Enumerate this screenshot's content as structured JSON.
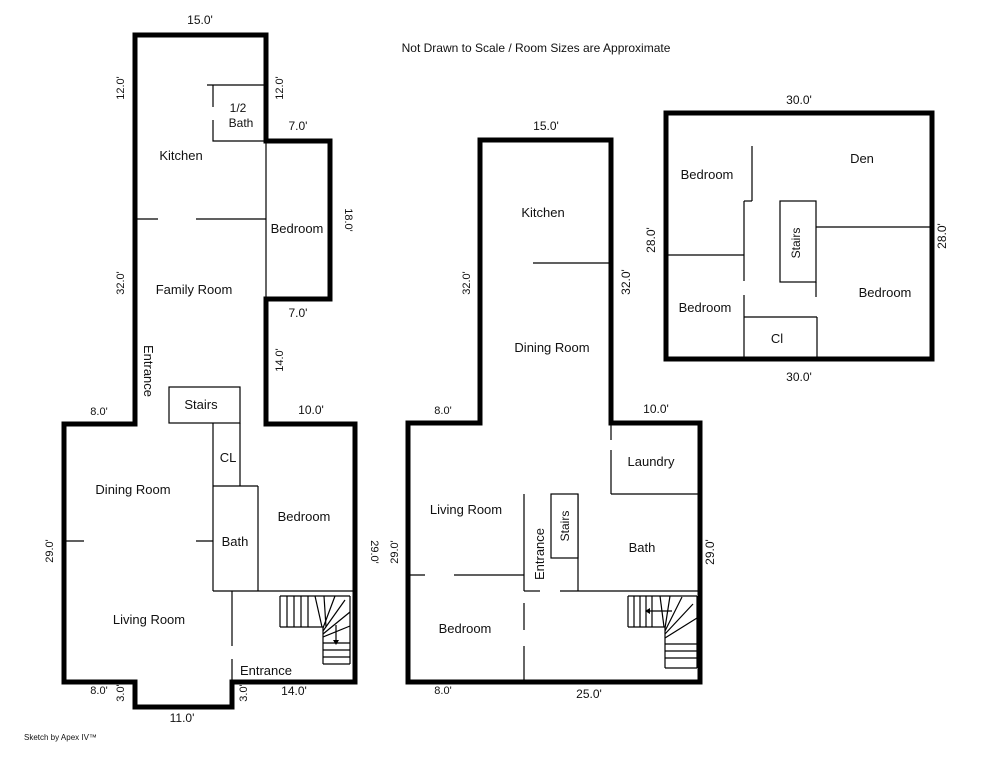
{
  "header": {
    "note": "Not Drawn to Scale / Room Sizes are Approximate"
  },
  "footer": {
    "credit": "Sketch by Apex IV™"
  },
  "plan1": {
    "rooms": {
      "half_bath_a": "1/2",
      "half_bath_b": "Bath",
      "kitchen": "Kitchen",
      "bedroom_upper": "Bedroom",
      "family_room": "Family Room",
      "entrance_side": "Entrance",
      "stairs": "Stairs",
      "closet": "CL",
      "dining_room": "Dining Room",
      "bath": "Bath",
      "bedroom_lower": "Bedroom",
      "living_room": "Living Room",
      "entrance_bottom": "Entrance"
    },
    "dims": {
      "top": "15.0'",
      "left_upper": "12.0'",
      "right_upper": "12.0'",
      "notch_top": "7.0'",
      "notch_right": "18.0'",
      "left_mid": "32.0'",
      "notch_bottom": "7.0'",
      "right_mid": "14.0'",
      "ledge_left": "8.0'",
      "ledge_right": "10.0'",
      "left_lower": "29.0'",
      "right_lower": "29.0'",
      "bottom_left": "8.0'",
      "bay_left": "3.0'",
      "bay_right": "3.0'",
      "bottom_right": "14.0'",
      "bay_bottom": "11.0'"
    }
  },
  "plan2": {
    "rooms": {
      "kitchen": "Kitchen",
      "dining_room": "Dining Room",
      "laundry": "Laundry",
      "living_room": "Living Room",
      "entrance": "Entrance",
      "stairs": "Stairs",
      "bath": "Bath",
      "bedroom": "Bedroom"
    },
    "dims": {
      "top": "15.0'",
      "left_upper": "32.0'",
      "right_upper": "32.0'",
      "ledge_left": "8.0'",
      "ledge_right": "10.0'",
      "left_lower": "29.0'",
      "right_lower": "29.0'",
      "bottom_left": "8.0'",
      "bottom_right": "25.0'"
    }
  },
  "plan3": {
    "rooms": {
      "bedroom_a": "Bedroom",
      "den": "Den",
      "stairs": "Stairs",
      "bedroom_b": "Bedroom",
      "bedroom_c": "Bedroom",
      "closet": "Cl"
    },
    "dims": {
      "top": "30.0'",
      "left": "28.0'",
      "right": "28.0'",
      "bottom": "30.0'"
    }
  }
}
